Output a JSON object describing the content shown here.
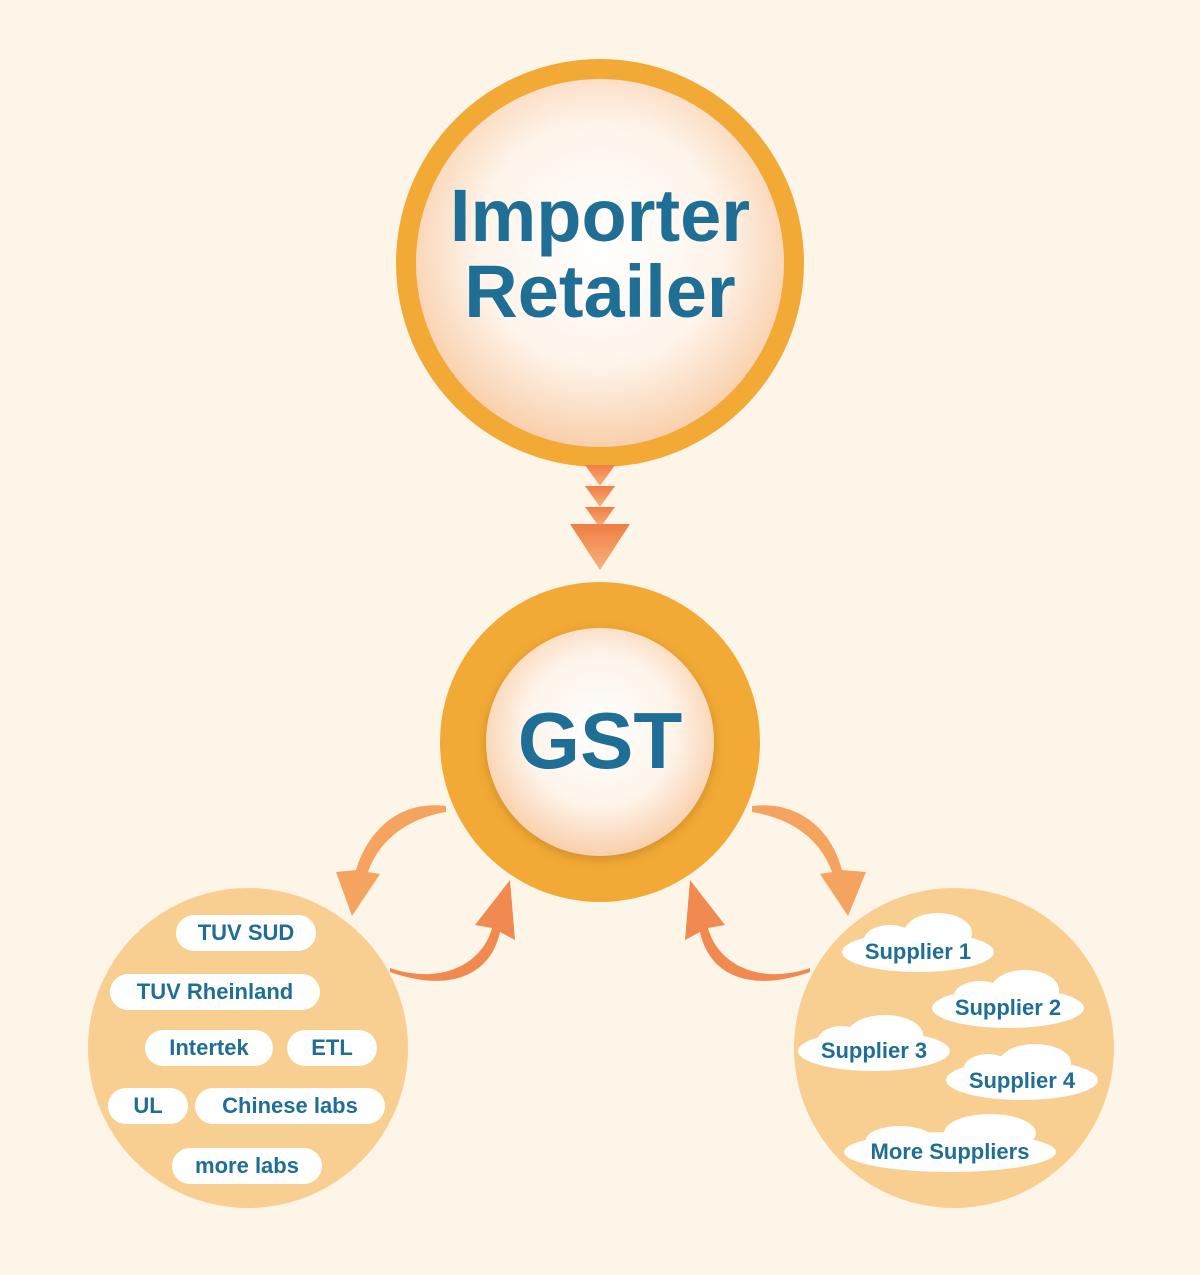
{
  "importer": {
    "line1": "Importer",
    "line2": "Retailer"
  },
  "center": {
    "label": "GST"
  },
  "labs": {
    "items": [
      "TUV SUD",
      "TUV Rheinland",
      "Intertek",
      "ETL",
      "UL",
      "Chinese labs",
      "more labs"
    ]
  },
  "suppliers": {
    "items": [
      "Supplier 1",
      "Supplier 2",
      "Supplier 3",
      "Supplier 4",
      "More Suppliers"
    ]
  },
  "colors": {
    "background": "#fef5e9",
    "ring": "#f2a935",
    "arrow": "#f0935c",
    "satellite": "#f8cf90",
    "text": "#1f6e96"
  }
}
